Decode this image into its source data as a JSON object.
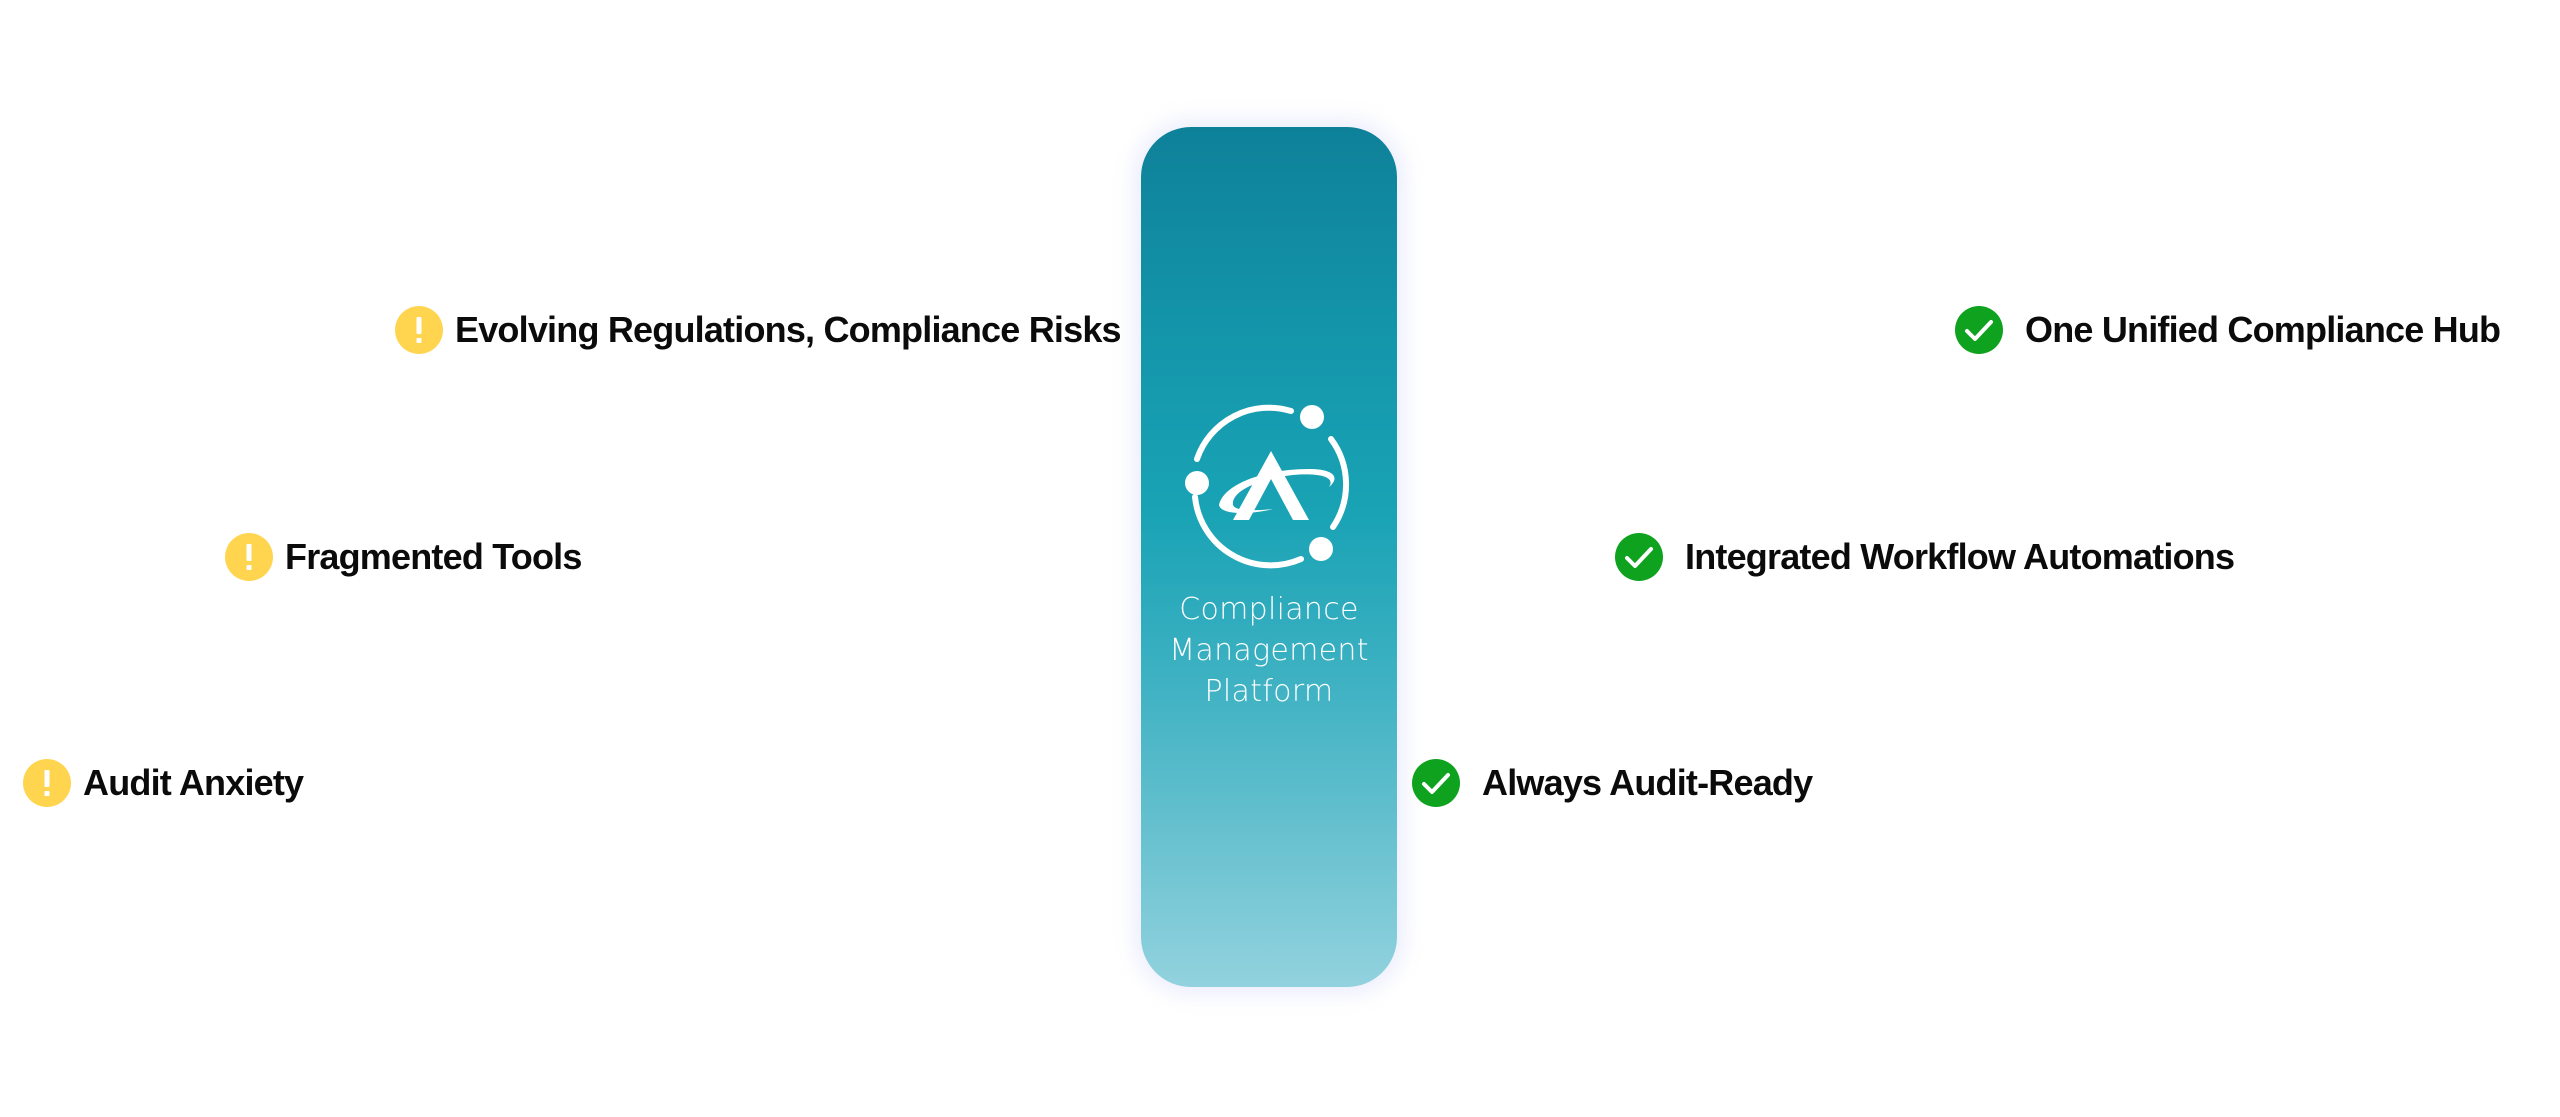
{
  "colors": {
    "warning": "#ffd54f",
    "success": "#0ea21f",
    "card_top": "#0e8199",
    "card_bottom": "#92d2de",
    "text": "#0b0b0b"
  },
  "center_card": {
    "logo_icon": "orbit-a-logo-icon",
    "title_lines": [
      "Compliance",
      "Management",
      "Platform"
    ]
  },
  "challenges": [
    {
      "icon": "exclamation-icon",
      "label": "Evolving Regulations, Compliance Risks"
    },
    {
      "icon": "exclamation-icon",
      "label": "Fragmented Tools"
    },
    {
      "icon": "exclamation-icon",
      "label": "Audit Anxiety"
    }
  ],
  "benefits": [
    {
      "icon": "checkmark-icon",
      "label": "One Unified Compliance Hub"
    },
    {
      "icon": "checkmark-icon",
      "label": "Integrated Workflow Automations"
    },
    {
      "icon": "checkmark-icon",
      "label": "Always Audit-Ready"
    }
  ]
}
